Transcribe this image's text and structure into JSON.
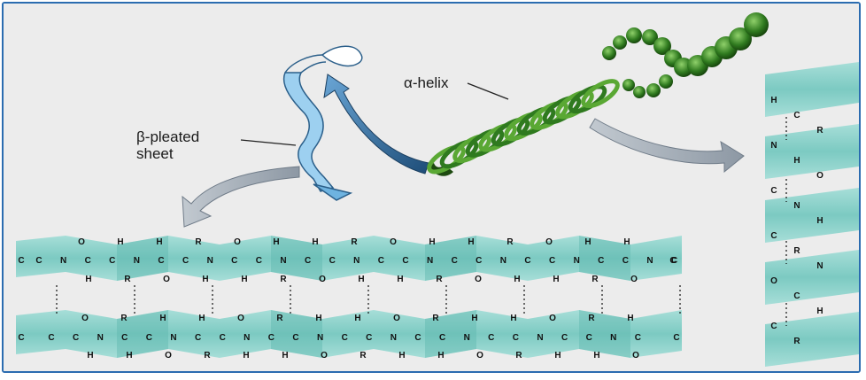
{
  "labels": {
    "alpha_helix": "α-helix",
    "beta_sheet_line1": "β-pleated",
    "beta_sheet_line2": "sheet"
  },
  "sheet_atoms": {
    "strand_top": [
      "C",
      "N",
      "C",
      "C",
      "N",
      "C",
      "C",
      "N",
      "C",
      "C",
      "N",
      "C",
      "C",
      "N",
      "C",
      "C",
      "N",
      "C",
      "C",
      "N",
      "C",
      "C",
      "N",
      "C",
      "C",
      "N",
      "C"
    ],
    "strand_bottom": [
      "C",
      "C",
      "N",
      "C",
      "C",
      "N",
      "C",
      "C",
      "N",
      "C",
      "C",
      "N",
      "C",
      "C",
      "N",
      "C",
      "C",
      "N",
      "C",
      "C",
      "N",
      "C",
      "C",
      "N",
      "C"
    ],
    "top_above": [
      "O",
      "H",
      "H",
      "R",
      "O",
      "H",
      "H",
      "R",
      "O",
      "H",
      "H",
      "R",
      "O",
      "H",
      "H"
    ],
    "top_below": [
      "H",
      "R",
      "O",
      "H",
      "H",
      "R",
      "O",
      "H",
      "H",
      "R",
      "O",
      "H",
      "H",
      "R",
      "O"
    ],
    "bottom_above": [
      "O",
      "R",
      "H",
      "H",
      "O",
      "R",
      "H",
      "H",
      "O",
      "R",
      "H",
      "H",
      "O",
      "R",
      "H"
    ],
    "bottom_below": [
      "H",
      "H",
      "O",
      "R",
      "H",
      "H",
      "O",
      "R",
      "H",
      "H",
      "O",
      "R",
      "H",
      "H",
      "O"
    ],
    "end_left": "C",
    "end_right": "C",
    "helix_side": [
      "H",
      "C",
      "R",
      "N",
      "H",
      "O",
      "C",
      "N",
      "H",
      "C",
      "R",
      "N",
      "O",
      "C",
      "H",
      "C",
      "R"
    ]
  },
  "colors": {
    "sheet_band": "#8fd3cd",
    "sheet_band_dark": "#63bdb5",
    "helix_green": "#3f8a25",
    "helix_dark": "#1d4a10",
    "beta_strand": "#8fc6ea",
    "arrow_blue": "#2c5c87",
    "arrow_gray": "#8f9aa6",
    "background": "#ececec",
    "frame": "#2b6cb0"
  }
}
